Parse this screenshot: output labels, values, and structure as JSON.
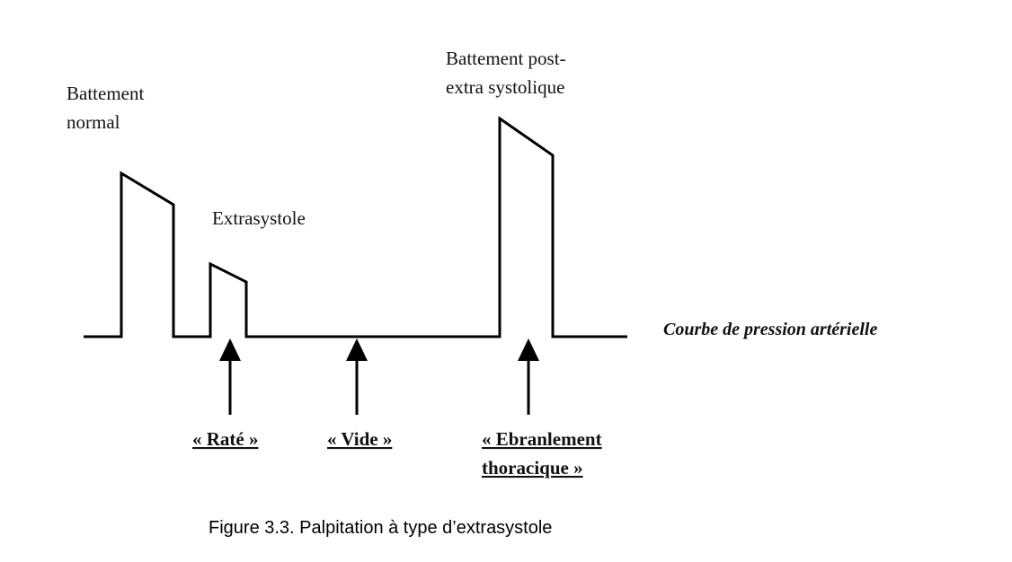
{
  "labels": {
    "normal_beat_line1": "Battement",
    "normal_beat_line2": "normal",
    "extrasystole": "Extrasystole",
    "post_extra_line1": "Battement post-",
    "post_extra_line2": "extra systolique",
    "curve_name": "Courbe de pression artérielle"
  },
  "arrows": {
    "missed": "« Raté »",
    "empty": "« Vide »",
    "jolt_line1": "« Ebranlement",
    "jolt_line2": "thoracique »"
  },
  "caption": "Figure 3.3. Palpitation à type d’extrasystole"
}
